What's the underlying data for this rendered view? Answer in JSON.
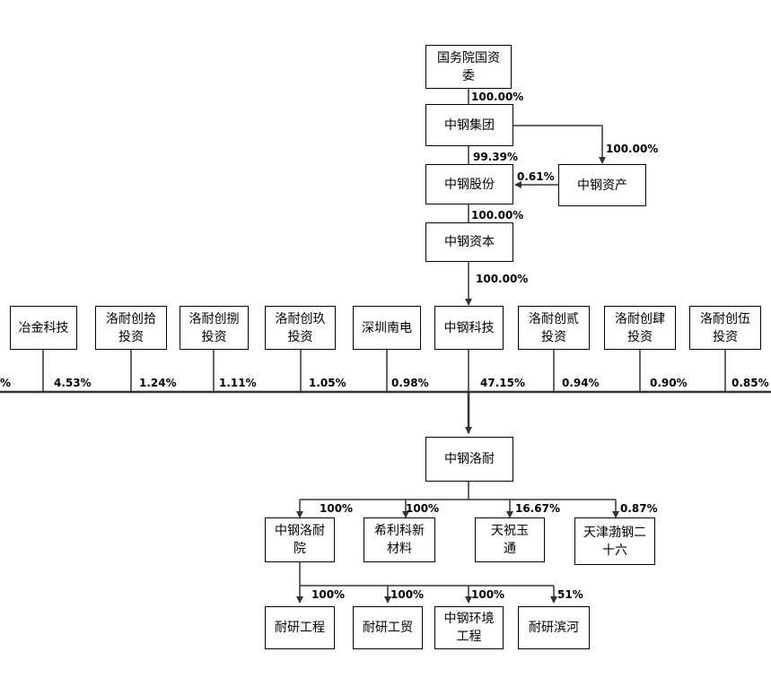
{
  "top": {
    "sasac": "国务院国资委",
    "group": "中钢集团",
    "shares": "中钢股份",
    "assets": "中钢资产",
    "capital": "中钢资本"
  },
  "top_pct": {
    "sasac_group": "100.00%",
    "group_shares": "99.39%",
    "group_assets": "100.00%",
    "assets_shares": "0.61%",
    "shares_capital": "100.00%",
    "capital_tech": "100.00%"
  },
  "holders": [
    {
      "name": "冶金科技",
      "pct": "4.53%"
    },
    {
      "name": "洛耐创拾投资",
      "pct": "1.24%"
    },
    {
      "name": "洛耐创捌投资",
      "pct": "1.11%"
    },
    {
      "name": "洛耐创玖投资",
      "pct": "1.05%"
    },
    {
      "name": "深圳南电",
      "pct": "0.98%"
    },
    {
      "name": "中钢科技",
      "pct": "47.15%"
    },
    {
      "name": "洛耐创贰投资",
      "pct": "0.94%"
    },
    {
      "name": "洛耐创肆投资",
      "pct": "0.90%"
    },
    {
      "name": "洛耐创伍投资",
      "pct": "0.85%"
    }
  ],
  "left_cut_pct": "%",
  "center": "中钢洛耐",
  "subsidiaries": [
    {
      "name": "中钢洛耐院",
      "pct": "100%"
    },
    {
      "name": "希利科新材料",
      "pct": "100%"
    },
    {
      "name": "天祝玉通",
      "pct": "16.67%"
    },
    {
      "name": "天津渤钢二十六",
      "pct": "0.87%"
    }
  ],
  "institute_subs": [
    {
      "name": "耐研工程",
      "pct": "100%"
    },
    {
      "name": "耐研工贸",
      "pct": "100%"
    },
    {
      "name": "中钢环境工程",
      "pct": "100%"
    },
    {
      "name": "耐研滨河",
      "pct": "51%"
    }
  ]
}
